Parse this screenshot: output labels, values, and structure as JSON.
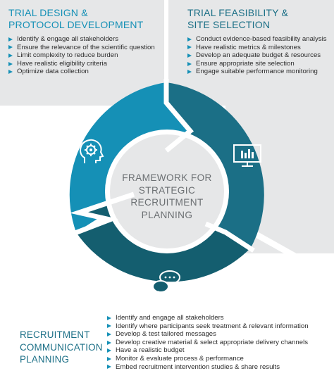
{
  "trial_design": {
    "title_lines": [
      "TRIAL DESIGN &",
      "PROTOCOL DEVELOPMENT"
    ],
    "items": [
      "Identify & engage all stakeholders",
      "Ensure the relevance of the scientific question",
      "Limit complexity to reduce burden",
      "Have realistic eligibility criteria",
      "Optimize data collection"
    ]
  },
  "trial_feasibility": {
    "title_lines": [
      "TRIAL FEASIBILITY &",
      "SITE SELECTION"
    ],
    "items": [
      "Conduct evidence-based feasibility analysis",
      "Have realistic metrics & milestones",
      "Develop an adequate budget & resources",
      "Ensure appropriate site selection",
      "Engage suitable performance monitoring"
    ]
  },
  "recruitment": {
    "title_lines": [
      "RECRUITMENT",
      "COMMUNICATION",
      "PLANNING"
    ],
    "items": [
      "Identify and engage all stakeholders",
      "Identify where participants seek treatment & relevant information",
      "Develop & test tailored messages",
      "Develop creative material & select appropriate delivery channels",
      "Have a realistic budget",
      "Monitor & evaluate process & performance",
      "Embed recruitment intervention studies & share results"
    ]
  },
  "center": {
    "lines": [
      "FRAMEWORK FOR",
      "STRATEGIC",
      "RECRUITMENT",
      "PLANNING"
    ]
  },
  "icons": {
    "design": "head-gear-icon",
    "feasibility": "monitor-chart-icon",
    "recruitment": "speech-bubbles-icon"
  },
  "colors": {
    "light_blue": "#1590b6",
    "teal": "#1b6f86",
    "dark_teal": "#145e6f",
    "grey_panel": "#e6e7e8",
    "center_text": "#6b6f72"
  }
}
